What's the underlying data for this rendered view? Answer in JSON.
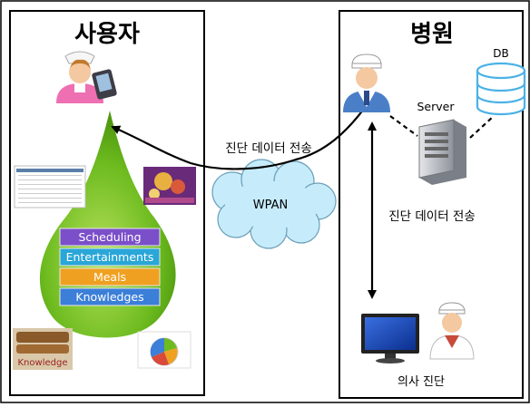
{
  "user_panel": {
    "title": "사용자"
  },
  "hospital_panel": {
    "title": "병원"
  },
  "menu": {
    "items": [
      {
        "label": "Scheduling",
        "color": "#7b4fc9"
      },
      {
        "label": "Entertainments",
        "color": "#2aa6d8"
      },
      {
        "label": "Meals",
        "color": "#f0a020"
      },
      {
        "label": "Knowledges",
        "color": "#3b7fd9"
      }
    ]
  },
  "labels": {
    "transfer_top": "진단 데이터 전송",
    "transfer_right": "진단 데이터 전송",
    "wpan": "WPAN",
    "server": "Server",
    "db": "DB",
    "doctor_diagnosis": "의사 진단",
    "knowledge_book": "Knowledge"
  },
  "colors": {
    "drop": "#6dbb1f",
    "cloud": "#c6ecfb",
    "db": "#4bb2e6"
  }
}
